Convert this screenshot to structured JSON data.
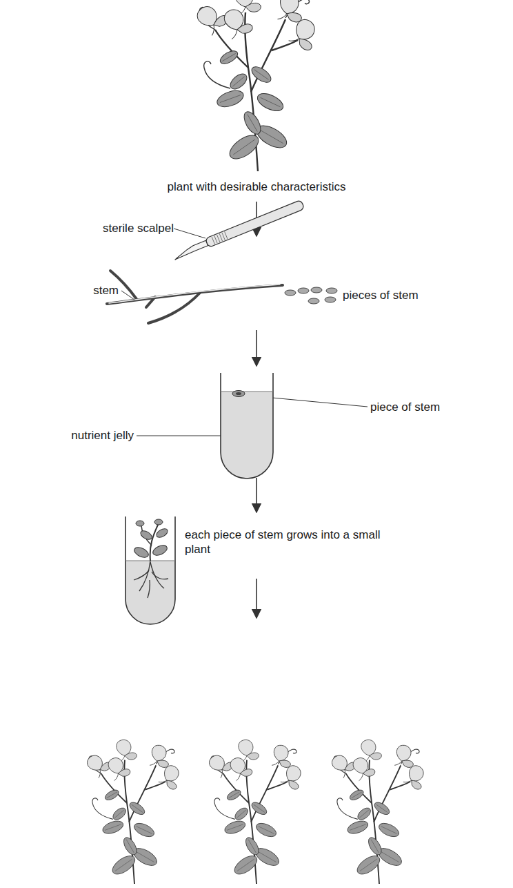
{
  "diagram": {
    "labels": [
      "plant with desirable characteristics",
      "sterile scalpel",
      "stem",
      "pieces of stem",
      "piece of stem",
      "nutrient jelly",
      "each piece of stem grows into a small plant"
    ]
  }
}
